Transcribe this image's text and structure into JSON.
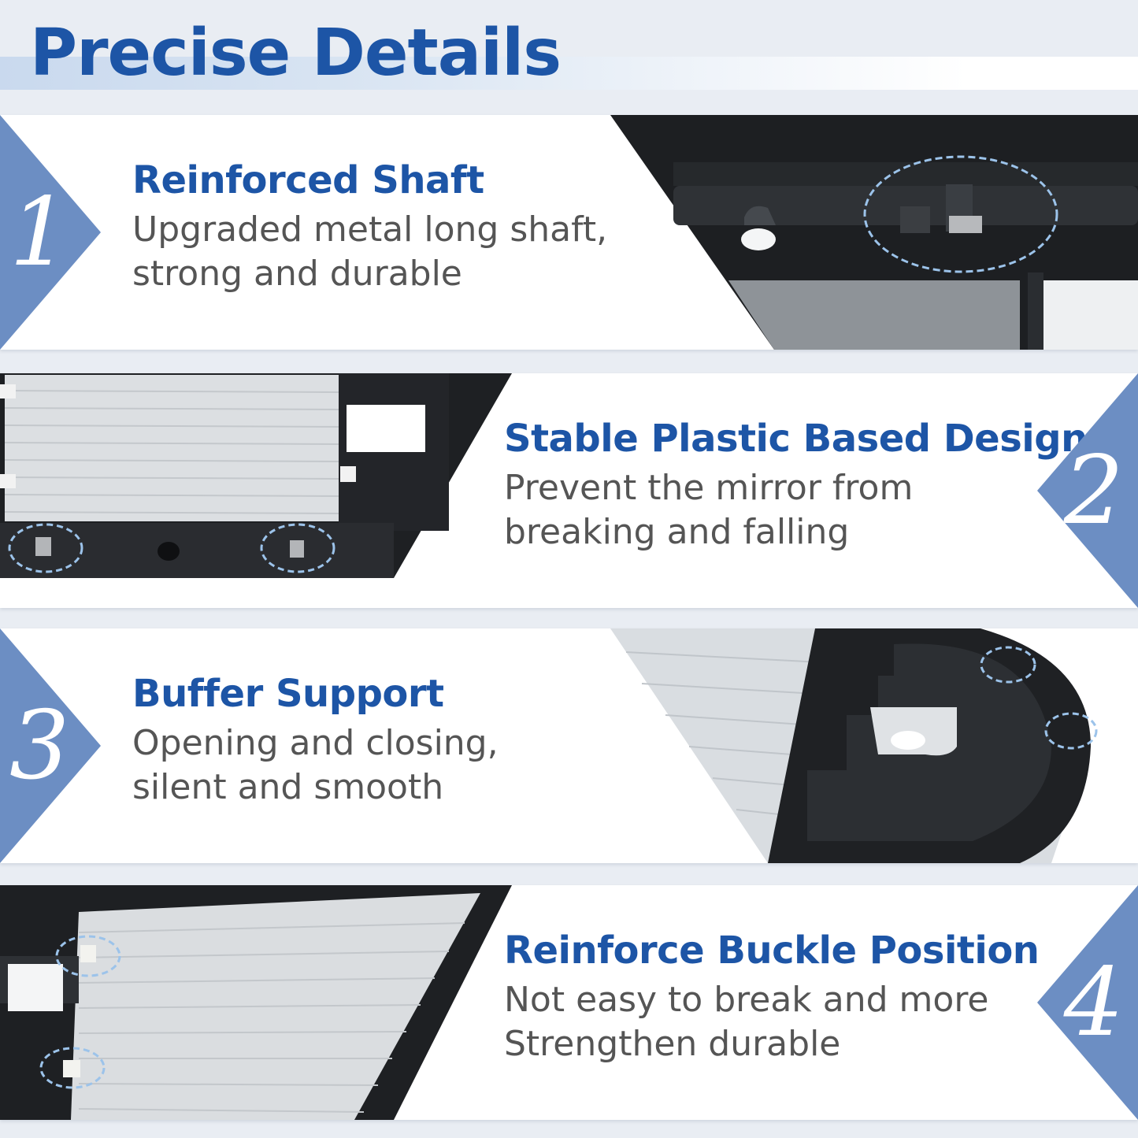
{
  "title": "Precise Details",
  "panels": [
    {
      "number": "1",
      "title": "Reinforced Shaft",
      "description_lines": [
        "Upgraded metal long shaft,",
        "strong and durable"
      ]
    },
    {
      "number": "2",
      "title": "Stable Plastic Based Design",
      "description_lines": [
        "Prevent the mirror from",
        "breaking and falling"
      ]
    },
    {
      "number": "3",
      "title": "Buffer Support",
      "description_lines": [
        "Opening and closing,",
        "silent and smooth"
      ]
    },
    {
      "number": "4",
      "title": "Reinforce Buckle Position",
      "description_lines": [
        "Not easy to break and more",
        "Strengthen durable"
      ]
    }
  ],
  "colors": {
    "title_blue": "#1d55a6",
    "tab_blue": "#6c8ec3",
    "text_gray": "#555555",
    "plastic_black": "#1d1f22",
    "highlight_dash": "#9cc3ea"
  }
}
